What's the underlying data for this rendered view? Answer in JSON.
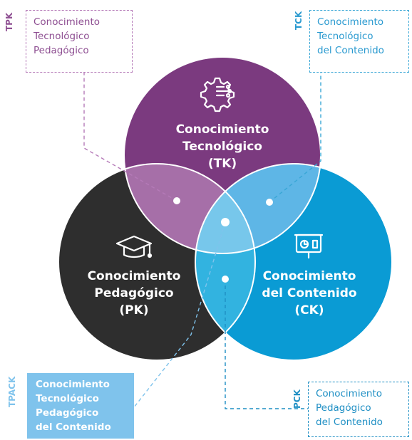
{
  "colors": {
    "tk": "#7b3a7f",
    "pk": "#2e2e2e",
    "ck": "#0a9bd4",
    "tpk_box": "#b57ab8",
    "tck_box": "#3aa7d6",
    "tpack_fill": "#7fc3ec",
    "pck_box": "#1f8fc4"
  },
  "circles": {
    "tk": {
      "line1": "Conocimiento",
      "line2": "Tecnológico",
      "line3": "(TK)",
      "icon": "gear-circuit-icon"
    },
    "pk": {
      "line1": "Conocimiento",
      "line2": "Pedagógico",
      "line3": "(PK)",
      "icon": "graduation-cap-icon"
    },
    "ck": {
      "line1": "Conocimiento",
      "line2": "del Contenido",
      "line3": "(CK)",
      "icon": "presentation-board-icon"
    }
  },
  "boxes": {
    "tpk": {
      "tag": "TPK",
      "lines": [
        "Conocimiento",
        "Tecnológico",
        "Pedagógico"
      ]
    },
    "tck": {
      "tag": "TCK",
      "lines": [
        "Conocimiento",
        "Tecnológico",
        "del Contenido"
      ]
    },
    "tpack": {
      "tag": "TPACK",
      "lines": [
        "Conocimiento",
        "Tecnológico",
        "Pedagógico",
        "del Contenido"
      ]
    },
    "pck": {
      "tag": "PCK",
      "lines": [
        "Conocimiento",
        "Pedagógico",
        "del Contenido"
      ]
    }
  }
}
